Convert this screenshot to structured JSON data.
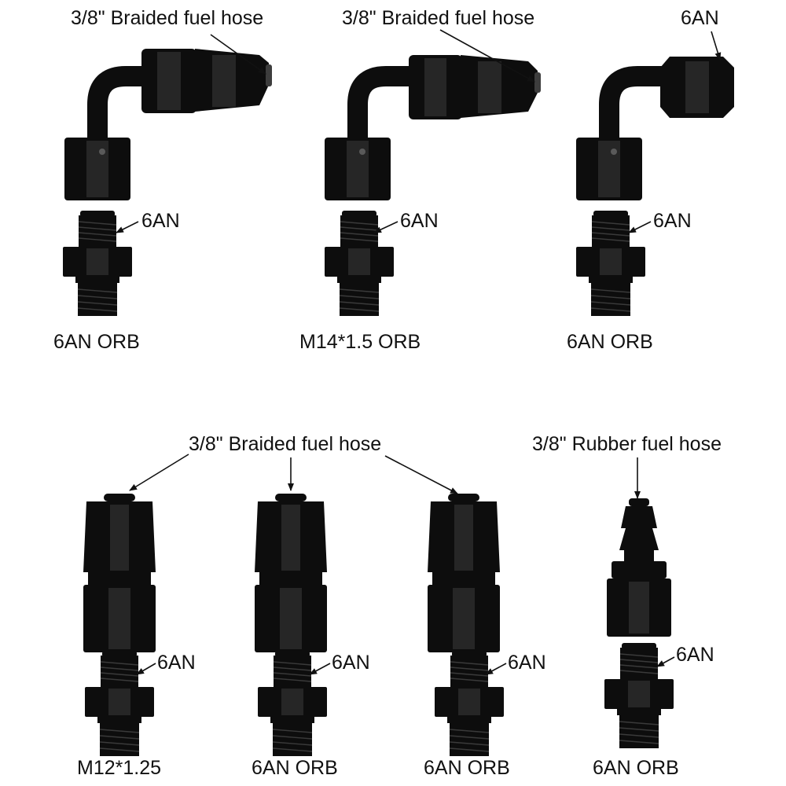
{
  "labels": {
    "braided_1": "3/8\" Braided fuel hose",
    "braided_2": "3/8\" Braided fuel hose",
    "an_top_right": "6AN",
    "an_1": "6AN",
    "an_2": "6AN",
    "an_3": "6AN",
    "caption_1": "6AN ORB",
    "caption_2": "M14*1.5 ORB",
    "caption_3": "6AN ORB",
    "braided_bottom": "3/8\" Braided fuel hose",
    "rubber_bottom": "3/8\" Rubber fuel hose",
    "an_4": "6AN",
    "an_5": "6AN",
    "an_6": "6AN",
    "an_7": "6AN",
    "caption_4": "M12*1.25",
    "caption_5": "6AN ORB",
    "caption_6": "6AN ORB",
    "caption_7": "6AN ORB"
  },
  "colors": {
    "fitting": "#0d0d0d",
    "text": "#111111",
    "background": "#ffffff"
  }
}
